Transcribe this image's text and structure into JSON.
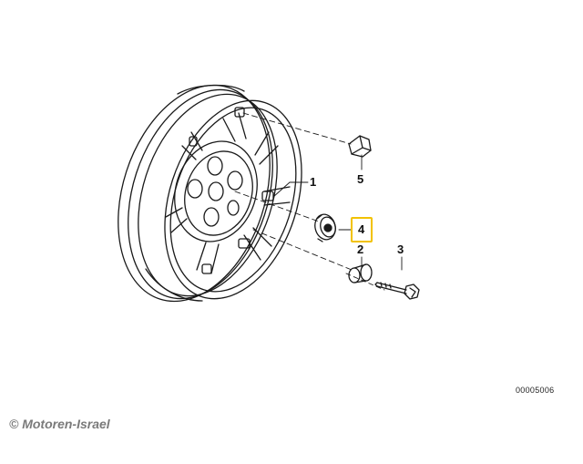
{
  "parts": {
    "p1": "1",
    "p2": "2",
    "p3": "3",
    "p4": "4",
    "p5": "5"
  },
  "diagram_ref": "00005006",
  "copyright": "© Motoren-Israel",
  "colors": {
    "line": "#1a1a1a",
    "highlight": "#f2c200",
    "watermark": "#7a7a7a"
  }
}
